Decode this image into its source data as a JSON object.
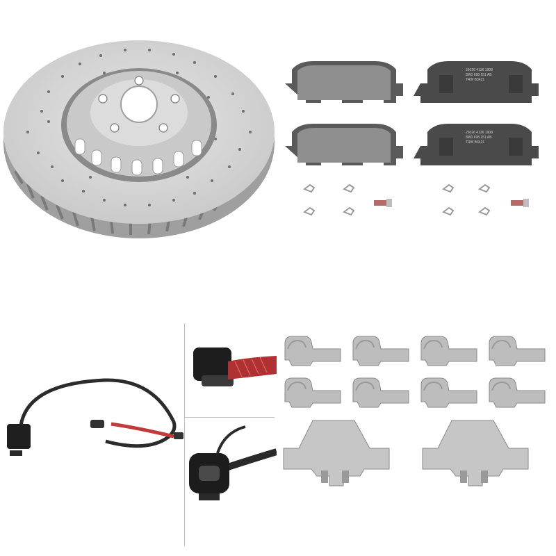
{
  "image": {
    "kind": "product-photo-collage",
    "background": "#ffffff"
  },
  "pad_label": {
    "line1": "29326 4136 1908",
    "line2": "8W0 698 151 AB",
    "line3": "TRW B3421"
  },
  "colors": {
    "rotor": "#d8d8d8",
    "rotor_shadow": "#a9a9a9",
    "pad_friction": "#8e8e8e",
    "pad_backing": "#4e4e4e",
    "hardware": "#bdbdbd",
    "cable": "#2b2b2b",
    "cable_red": "#c23b3b"
  }
}
